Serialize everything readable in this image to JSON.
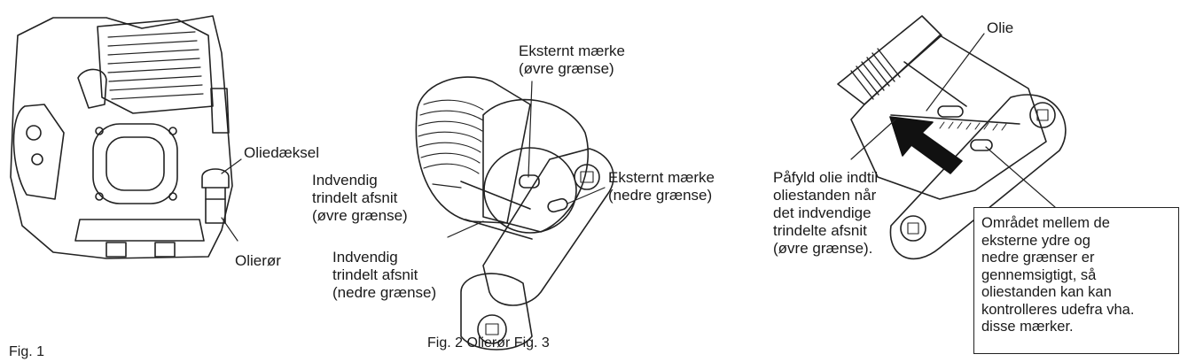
{
  "figure1": {
    "label_cap": "Oliedæksel",
    "label_tube": "Olierør",
    "caption": "Fig. 1"
  },
  "figure2": {
    "label_ext_upper": "Eksternt mærke\n(øvre grænse)",
    "label_ext_lower": "Eksternt mærke\n(nedre grænse)",
    "label_int_upper": "Indvendig\ntrindelt afsnit\n(øvre grænse)",
    "label_int_lower": "Indvendig\ntrindelt afsnit\n(nedre grænse)",
    "caption": "Fig. 2  Olierør Fig. 3"
  },
  "figure3": {
    "label_oil": "Olie",
    "label_fill": "Påfyld olie indtil\noliestanden når\ndet indvendige\ntrindelte afsnit\n(øvre grænse).",
    "note_box": "Området mellem de\neksterne ydre og\nnedre grænser er\ngennemsigtigt, så\noliestanden kan kan\nkontrolleres udefra vha.\ndisse mærker."
  }
}
